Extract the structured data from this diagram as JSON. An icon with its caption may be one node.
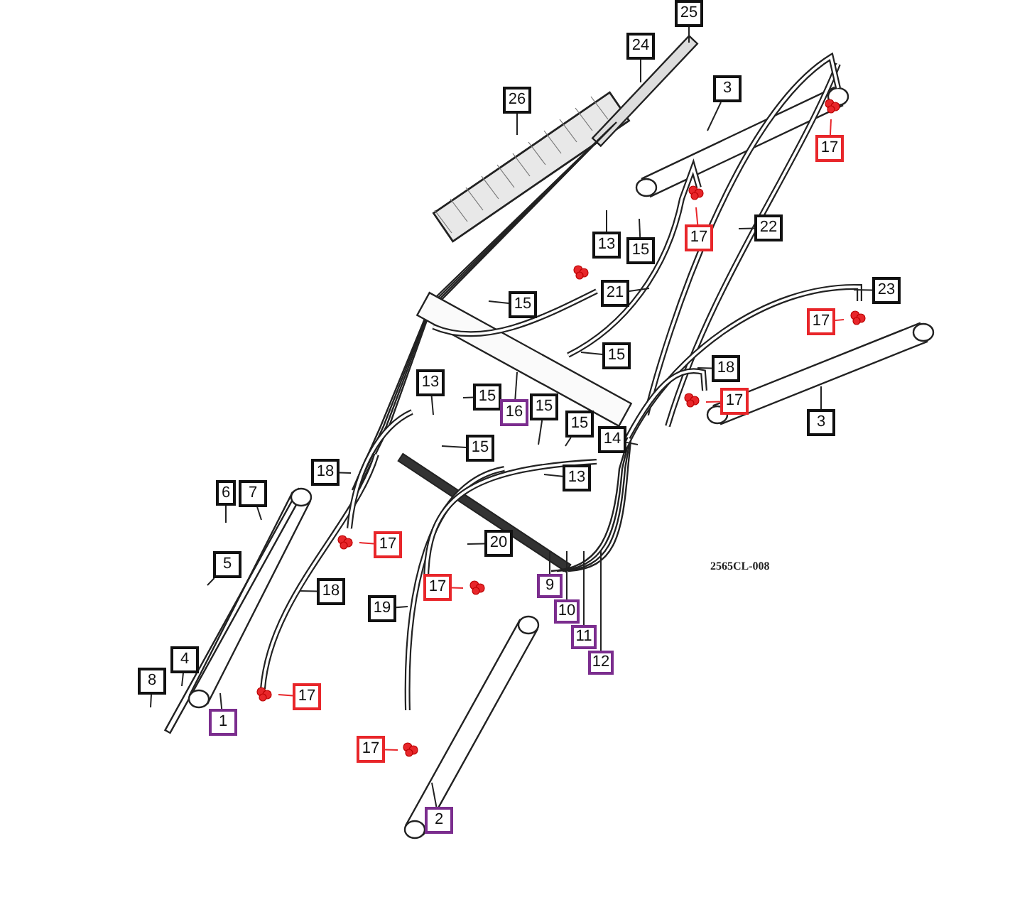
{
  "diagram": {
    "nodes": [
      {
        "text": [
          "25"
        ]
      },
      {
        "text": [
          "24"
        ]
      },
      {
        "text": [
          "26"
        ]
      },
      {
        "text": [
          "3"
        ]
      },
      {
        "text": [
          "17"
        ]
      },
      {
        "text": [
          "17"
        ]
      },
      {
        "text": [
          "22"
        ]
      },
      {
        "text": [
          "13"
        ]
      },
      {
        "text": [
          "15"
        ]
      },
      {
        "text": [
          "21"
        ]
      },
      {
        "text": [
          "15"
        ]
      },
      {
        "text": [
          "23"
        ]
      },
      {
        "text": [
          "15"
        ]
      },
      {
        "text": [
          "17"
        ]
      },
      {
        "text": [
          "18"
        ]
      },
      {
        "text": [
          "17"
        ]
      },
      {
        "text": [
          "3"
        ]
      },
      {
        "text": [
          "13"
        ]
      },
      {
        "text": [
          "15"
        ]
      },
      {
        "text": [
          "16"
        ]
      },
      {
        "text": [
          "15"
        ]
      },
      {
        "text": [
          "15"
        ]
      },
      {
        "text": [
          "14"
        ]
      },
      {
        "text": [
          "15"
        ]
      },
      {
        "text": [
          "13"
        ]
      },
      {
        "text": [
          "18"
        ]
      },
      {
        "text": [
          "6"
        ]
      },
      {
        "text": [
          "7"
        ]
      },
      {
        "text": [
          "17"
        ]
      },
      {
        "text": [
          "20"
        ]
      },
      {
        "text": [
          "5"
        ]
      },
      {
        "text": [
          "17"
        ]
      },
      {
        "text": [
          "18"
        ]
      },
      {
        "text": [
          "19"
        ]
      },
      {
        "text": [
          "9"
        ]
      },
      {
        "text": [
          "10"
        ]
      },
      {
        "text": [
          "11"
        ]
      },
      {
        "text": [
          "12"
        ]
      },
      {
        "text": [
          "4"
        ]
      },
      {
        "text": [
          "8"
        ]
      },
      {
        "text": [
          "17"
        ]
      },
      {
        "text": [
          "1"
        ]
      },
      {
        "text": [
          "17"
        ]
      },
      {
        "text": [
          "2"
        ]
      }
    ],
    "edges": [
      {
        "from": 0,
        "to": null,
        "arrow": "none"
      },
      {
        "from": 1,
        "to": null,
        "arrow": "none"
      },
      {
        "from": 2,
        "to": null,
        "arrow": "none"
      },
      {
        "from": 3,
        "to": null,
        "arrow": "none"
      },
      {
        "from": 4,
        "to": null,
        "arrow": "none",
        "color": "#e8262a"
      },
      {
        "from": 5,
        "to": null,
        "arrow": "none",
        "color": "#e8262a"
      },
      {
        "from": 6,
        "to": null,
        "arrow": "none"
      },
      {
        "from": 7,
        "to": null,
        "arrow": "none"
      },
      {
        "from": 8,
        "to": null,
        "arrow": "none"
      },
      {
        "from": 9,
        "to": null,
        "arrow": "none"
      },
      {
        "from": 10,
        "to": null,
        "arrow": "none"
      },
      {
        "from": 11,
        "to": null,
        "arrow": "none"
      },
      {
        "from": 12,
        "to": null,
        "arrow": "none"
      },
      {
        "from": 13,
        "to": null,
        "arrow": "none",
        "color": "#e8262a"
      },
      {
        "from": 14,
        "to": null,
        "arrow": "none"
      },
      {
        "from": 15,
        "to": null,
        "arrow": "none",
        "color": "#e8262a"
      },
      {
        "from": 16,
        "to": null,
        "arrow": "none"
      },
      {
        "from": 17,
        "to": null,
        "arrow": "none"
      },
      {
        "from": 18,
        "to": null,
        "arrow": "none"
      },
      {
        "from": 19,
        "to": null,
        "arrow": "none"
      },
      {
        "from": 20,
        "to": null,
        "arrow": "none"
      },
      {
        "from": 21,
        "to": null,
        "arrow": "none"
      },
      {
        "from": 22,
        "to": null,
        "arrow": "none"
      },
      {
        "from": 23,
        "to": null,
        "arrow": "none"
      },
      {
        "from": 24,
        "to": null,
        "arrow": "none"
      },
      {
        "from": 25,
        "to": null,
        "arrow": "none"
      },
      {
        "from": 26,
        "to": null,
        "arrow": "none"
      },
      {
        "from": 27,
        "to": null,
        "arrow": "none"
      },
      {
        "from": 28,
        "to": null,
        "arrow": "none",
        "color": "#e8262a"
      },
      {
        "from": 29,
        "to": null,
        "arrow": "none"
      },
      {
        "from": 30,
        "to": null,
        "arrow": "none"
      },
      {
        "from": 31,
        "to": null,
        "arrow": "none",
        "color": "#e8262a"
      },
      {
        "from": 32,
        "to": null,
        "arrow": "none"
      },
      {
        "from": 33,
        "to": null,
        "arrow": "none"
      },
      {
        "from": 34,
        "to": null,
        "arrow": "none"
      },
      {
        "from": 35,
        "to": null,
        "arrow": "none"
      },
      {
        "from": 36,
        "to": null,
        "arrow": "none"
      },
      {
        "from": 37,
        "to": null,
        "arrow": "none"
      },
      {
        "from": 38,
        "to": null,
        "arrow": "none"
      },
      {
        "from": 39,
        "to": null,
        "arrow": "none"
      },
      {
        "from": 40,
        "to": null,
        "arrow": "none",
        "color": "#e8262a"
      },
      {
        "from": 41,
        "to": null,
        "arrow": "none"
      },
      {
        "from": 42,
        "to": null,
        "arrow": "none",
        "color": "#e8262a"
      },
      {
        "from": 43,
        "to": null,
        "arrow": "none"
      }
    ],
    "labels": [
      "2565CL-008"
    ]
  }
}
